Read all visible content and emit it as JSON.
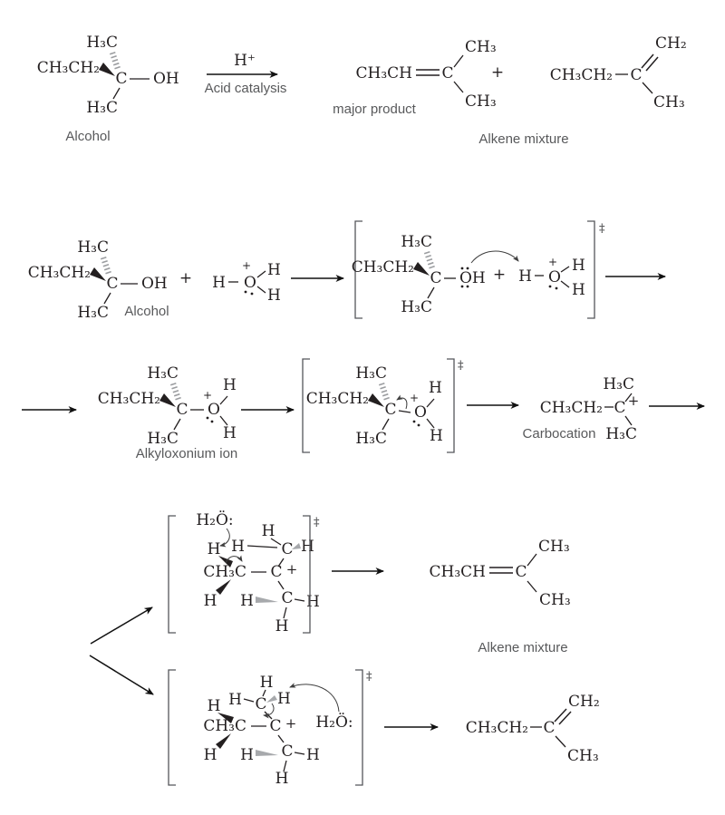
{
  "diagram_type": "acid-catalyzed dehydration reaction mechanism",
  "fragments": {
    "ch3ch2": "CH₃CH₂",
    "ch3ch": "CH₃CH",
    "ch3c": "CH₃C",
    "h3c": "H₃C",
    "ch3": "CH₃",
    "ch2": "CH₂",
    "c": "C",
    "o": "O",
    "oh": "OH",
    "h": "H",
    "h_plus": "H⁺",
    "h2o_lonepair": "H₂Ö:",
    "plus": "+",
    "double_dagger": "‡"
  },
  "labels": {
    "alcohol": "Alcohol",
    "acid_catalysis": "Acid catalysis",
    "major_product": "major product",
    "alkene_mixture": "Alkene mixture",
    "alkyloxonium_ion": "Alkyloxonium ion",
    "carbocation": "Carbocation"
  },
  "colors": {
    "formula_text": "#231f20",
    "label_text": "#58595b",
    "bond": "#231f20",
    "arrow": "#111111",
    "curved_arrow": "#3f3f3f",
    "bracket": "#55565a",
    "hash_wedge": "#9b9da0",
    "gray_wedge": "#a7a9ac",
    "background": "#ffffff"
  }
}
